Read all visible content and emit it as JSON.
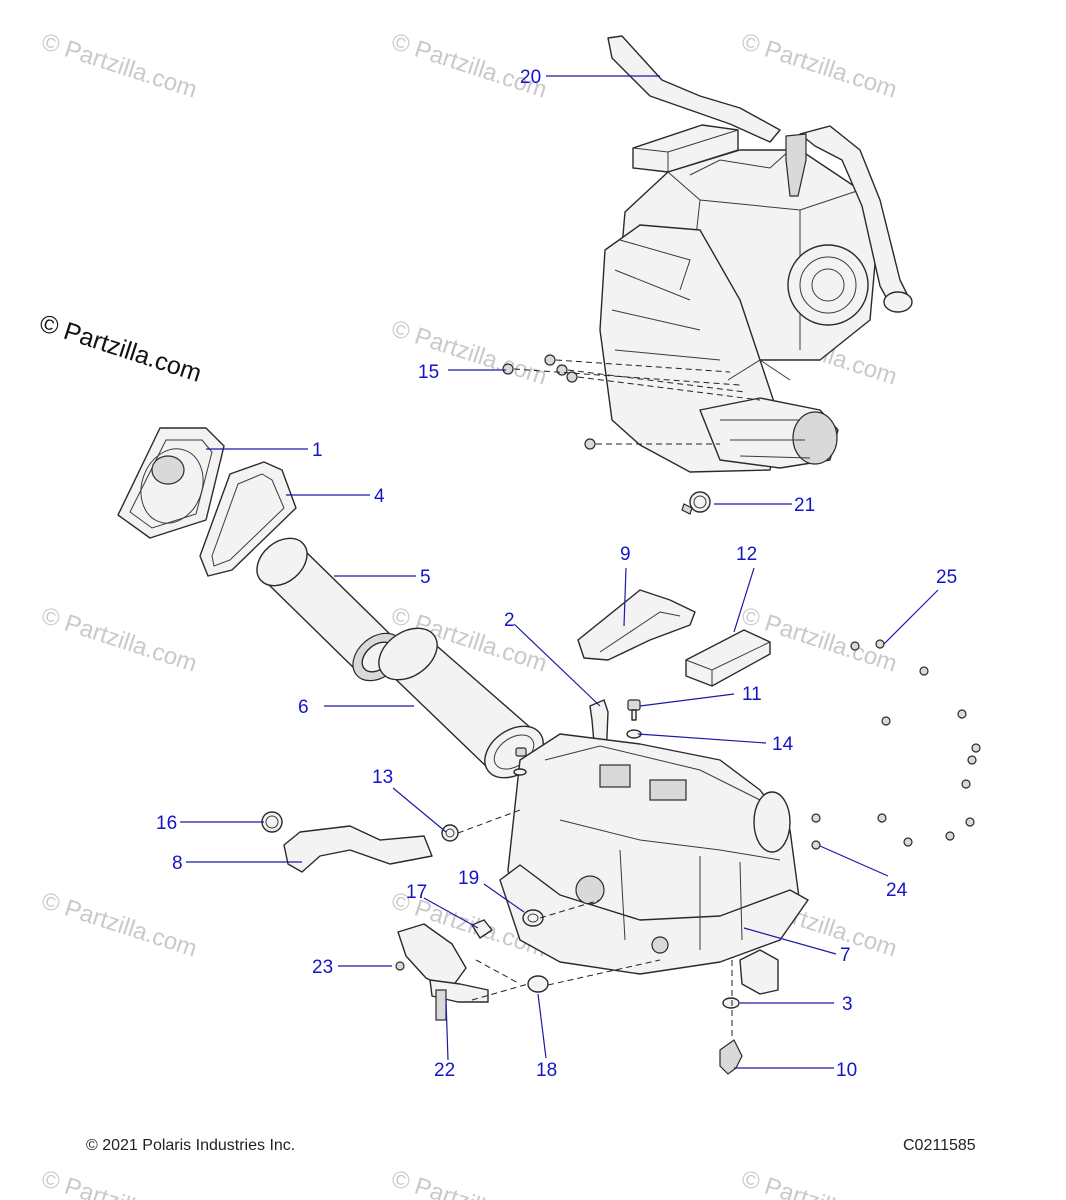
{
  "watermark": {
    "main": "© Partzilla.com",
    "tile": "© Partzilla.com"
  },
  "callouts": {
    "c1": "1",
    "c2": "2",
    "c3": "3",
    "c4": "4",
    "c5": "5",
    "c6": "6",
    "c7": "7",
    "c8": "8",
    "c9": "9",
    "c10": "10",
    "c11": "11",
    "c12": "12",
    "c13": "13",
    "c14": "14",
    "c15": "15",
    "c16": "16",
    "c17": "17",
    "c18": "18",
    "c19": "19",
    "c20": "20",
    "c21": "21",
    "c22": "22",
    "c23": "23",
    "c24": "24",
    "c25": "25"
  },
  "footer": {
    "copyright": "© 2021 Polaris Industries Inc.",
    "code": "C0211585"
  },
  "colors": {
    "callout": "#1414c8",
    "watermark": "#c9c9c9"
  }
}
